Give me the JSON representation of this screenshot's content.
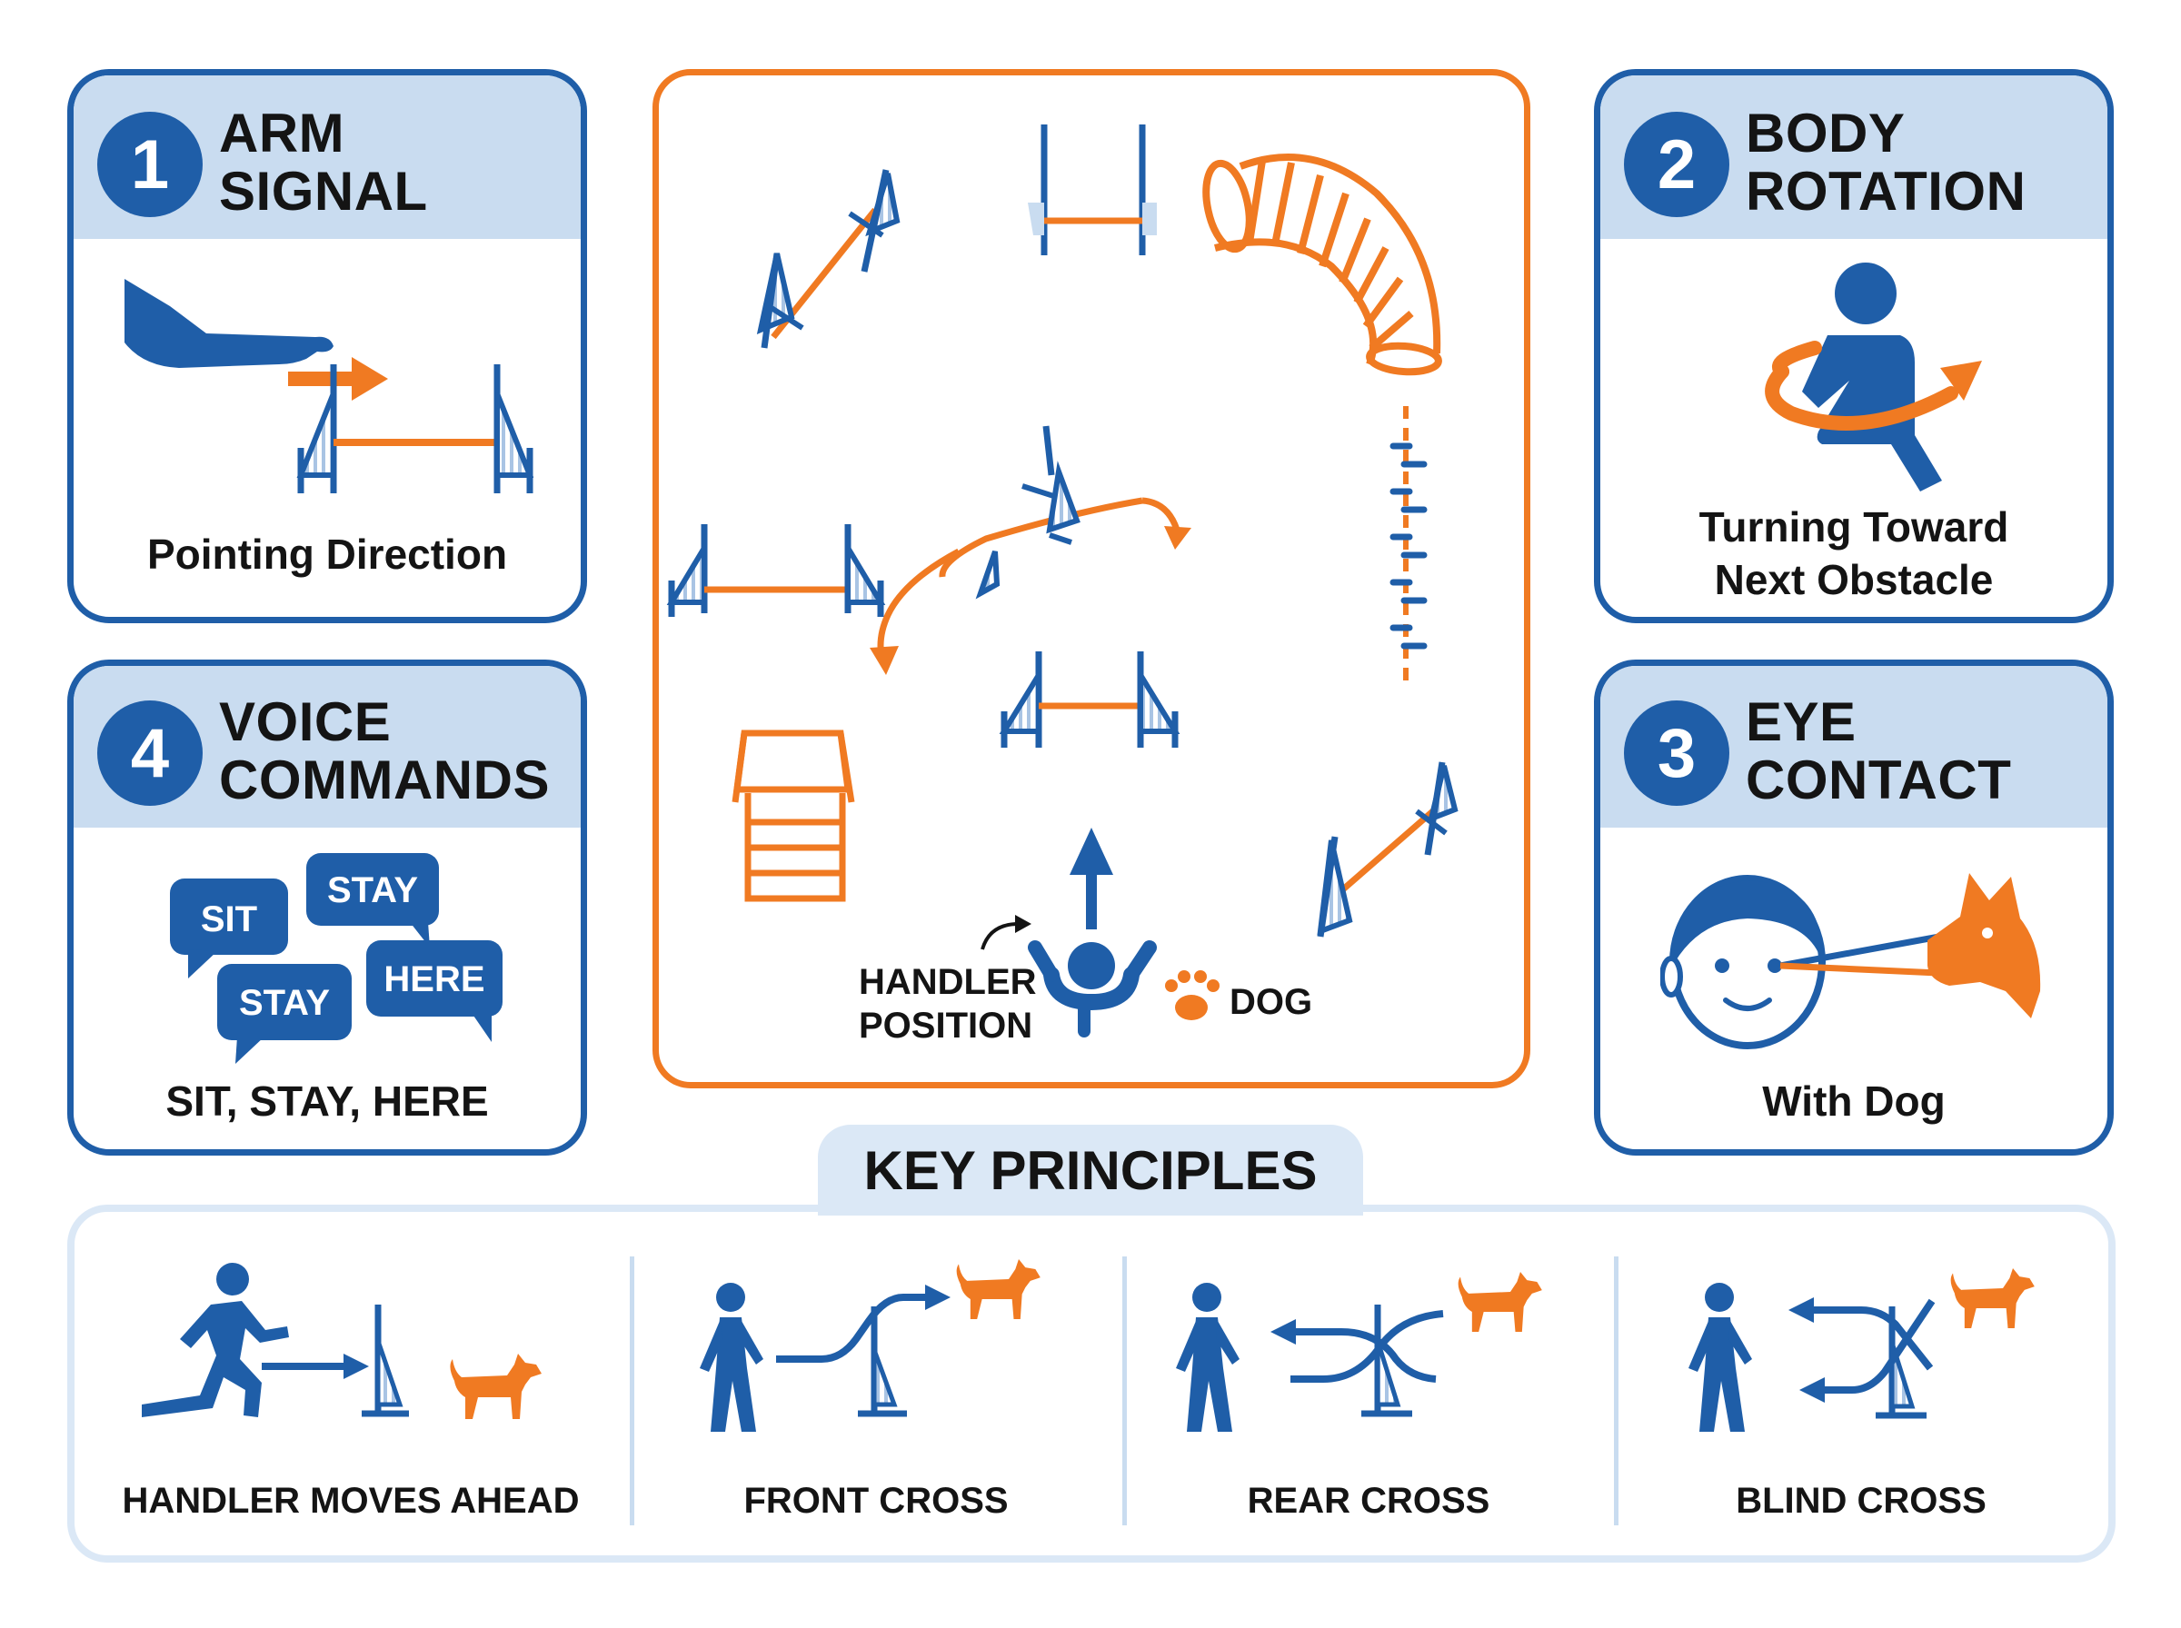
{
  "colors": {
    "blue": "#1f5ea8",
    "orange": "#f07a22",
    "light_blue": "#c9dcf0"
  },
  "cards": {
    "arm_signal": {
      "number": "1",
      "title_line1": "ARM",
      "title_line2": "SIGNAL",
      "caption": "Pointing Direction",
      "icon": "pointing-arm-icon"
    },
    "body_rotation": {
      "number": "2",
      "title_line1": "BODY",
      "title_line2": "ROTATION",
      "caption_line1": "Turning Toward",
      "caption_line2": "Next Obstacle",
      "icon": "rotating-person-icon"
    },
    "eye_contact": {
      "number": "3",
      "title_line1": "EYE",
      "title_line2": "CONTACT",
      "caption": "With Dog",
      "icon": "face-dog-gaze-icon"
    },
    "voice_commands": {
      "number": "4",
      "title_line1": "VOICE",
      "title_line2": "COMMANDS",
      "bubbles": [
        "SIT",
        "STAY",
        "STAY",
        "HERE"
      ],
      "caption": "SIT, STAY, HERE",
      "icon": "speech-bubbles-icon"
    }
  },
  "course": {
    "handler_label_line1": "HANDLER",
    "handler_label_line2": "POSITION",
    "dog_label": "DOG",
    "obstacles": [
      "jump",
      "jump",
      "jump",
      "jump",
      "tunnel",
      "weave-poles",
      "a-frame",
      "teeter"
    ]
  },
  "key_principles": {
    "title": "KEY PRINCIPLES",
    "items": [
      {
        "label": "HANDLER MOVES AHEAD",
        "icon": "running-handler-icon"
      },
      {
        "label": "FRONT CROSS",
        "icon": "front-cross-icon"
      },
      {
        "label": "REAR CROSS",
        "icon": "rear-cross-icon"
      },
      {
        "label": "BLIND CROSS",
        "icon": "blind-cross-icon"
      }
    ]
  }
}
